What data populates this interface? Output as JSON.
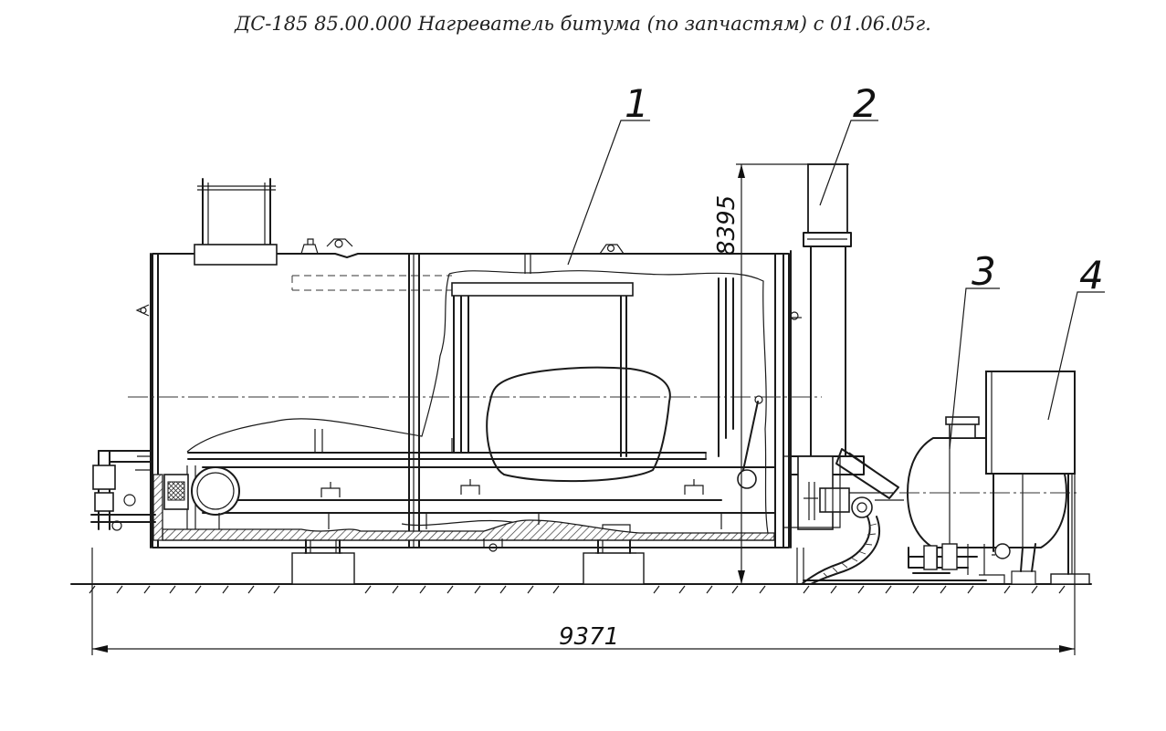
{
  "title": "ДС-185 85.00.000 Нагреватель битума (по запчастям) с 01.06.05г.",
  "callouts": [
    "1",
    "2",
    "3",
    "4"
  ],
  "dimensions": {
    "height": "8395",
    "length": "9371"
  }
}
